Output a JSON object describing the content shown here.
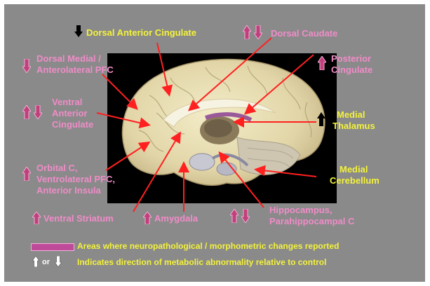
{
  "labels": {
    "dorsal_anterior_cingulate": "Dorsal Anterior Cingulate",
    "dorsal_caudate": "Dorsal Caudate",
    "dorsal_medial_pfc_line1": "Dorsal Medial /",
    "dorsal_medial_pfc_line2": "Anterolateral PFC",
    "posterior_cingulate_line1": "Posterior",
    "posterior_cingulate_line2": "Cingulate",
    "ventral_anterior_cingulate_line1": "Ventral",
    "ventral_anterior_cingulate_line2": "Anterior",
    "ventral_anterior_cingulate_line3": "Cingulate",
    "medial_thalamus_line1": "Medial",
    "medial_thalamus_line2": "Thalamus",
    "orbital_line1": "Orbital C,",
    "orbital_line2": "Ventrolateral PFC,",
    "orbital_line3": "Anterior Insula",
    "medial_cerebellum_line1": "Medial",
    "medial_cerebellum_line2": "Cerebellum",
    "ventral_striatum": "Ventral Striatum",
    "amygdala": "Amygdala",
    "hippocampus_line1": "Hippocampus,",
    "hippocampus_line2": "Parahippocampal C"
  },
  "legend": {
    "swatch_text": "Areas where neuropathological / morphometric changes reported",
    "or_text": "or",
    "direction_text": "Indicates direction of metabolic abnormality relative to control"
  },
  "colors": {
    "background": "#8a8a8a",
    "label_pink": "#f08cc8",
    "label_yellow": "#f4f23c",
    "arrow_pink": "#c0407a",
    "arrow_black": "#000000",
    "pointer_red": "#ff2020",
    "highlight": "#c04a9a"
  }
}
